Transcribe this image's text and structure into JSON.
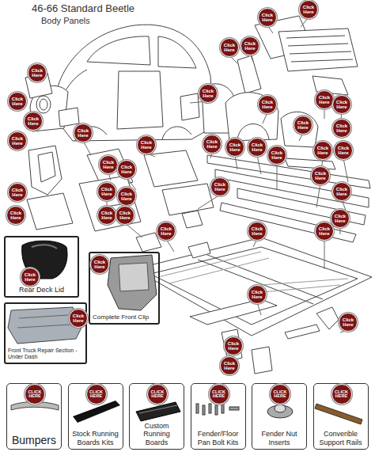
{
  "diagram": {
    "title": "46-66 Standard Beetle",
    "nodes": [
      {
        "text": [
          "Click Here"
        ]
      },
      {
        "text": [
          "Click Here"
        ]
      },
      {
        "text": [
          "Click Here"
        ]
      },
      {
        "text": [
          "Click Here"
        ]
      },
      {
        "text": [
          "Click Here"
        ]
      },
      {
        "text": [
          "Click Here"
        ]
      },
      {
        "text": [
          "Click Here"
        ]
      },
      {
        "text": [
          "Click Here"
        ]
      },
      {
        "text": [
          "Click Here"
        ]
      },
      {
        "text": [
          "Click Here"
        ]
      },
      {
        "text": [
          "Click Here"
        ]
      },
      {
        "text": [
          "Click Here"
        ]
      },
      {
        "text": [
          "Click Here"
        ]
      },
      {
        "text": [
          "Click Here"
        ]
      },
      {
        "text": [
          "Click Here"
        ]
      },
      {
        "text": [
          "Click Here"
        ]
      },
      {
        "text": [
          "Click Here"
        ]
      },
      {
        "text": [
          "Click Here"
        ]
      },
      {
        "text": [
          "Click Here"
        ]
      },
      {
        "text": [
          "Click Here"
        ]
      },
      {
        "text": [
          "Click Here"
        ]
      },
      {
        "text": [
          "Click Here"
        ]
      },
      {
        "text": [
          "Click Here"
        ]
      },
      {
        "text": [
          "Click Here"
        ]
      },
      {
        "text": [
          "Click Here"
        ]
      },
      {
        "text": [
          "Click Here"
        ]
      },
      {
        "text": [
          "Click Here"
        ]
      },
      {
        "text": [
          "Click Here"
        ]
      },
      {
        "text": [
          "Click Here"
        ]
      },
      {
        "text": [
          "Click Here"
        ]
      },
      {
        "text": [
          "Click Here"
        ]
      },
      {
        "text": [
          "Click Here"
        ]
      },
      {
        "text": [
          "Click Here"
        ]
      },
      {
        "text": [
          "Click Here"
        ]
      },
      {
        "text": [
          "Click Here"
        ]
      },
      {
        "text": [
          "Click Here"
        ]
      },
      {
        "text": [
          "Click Here"
        ]
      },
      {
        "text": [
          "Click Here"
        ]
      },
      {
        "text": [
          "Click Here"
        ]
      },
      {
        "text": [
          "Click Here"
        ]
      },
      {
        "text": [
          "Click Here"
        ]
      },
      {
        "text": [
          "Rear Deck Lid"
        ]
      },
      {
        "text": [
          "Click Here"
        ],
        "in": 41
      },
      {
        "text": [
          "Complete Front Clip"
        ]
      },
      {
        "text": [
          "Click Here"
        ],
        "in": 43
      },
      {
        "text": [
          "Front Truck Repair Section - Under Dash"
        ]
      },
      {
        "text": [
          "Click Here"
        ],
        "in": 45
      },
      {
        "text": [
          "Bumpers"
        ]
      },
      {
        "text": [
          "CLICK HERE"
        ],
        "in": 47
      },
      {
        "text": [
          "Stock Running Boards Kits"
        ]
      },
      {
        "text": [
          "CLICK HERE"
        ],
        "in": 49
      },
      {
        "text": [
          "Custom Running Boards"
        ]
      },
      {
        "text": [
          "CLICK HERE"
        ],
        "in": 51
      },
      {
        "text": [
          "Fender/Floor Pan Bolt Kits"
        ]
      },
      {
        "text": [
          "CLICK HERE"
        ],
        "in": 53
      },
      {
        "text": [
          "Fender Nut Inserts"
        ]
      },
      {
        "text": [
          "CLICK HERE"
        ],
        "in": 55
      },
      {
        "text": [
          "Converible Support Rails"
        ]
      },
      {
        "text": [
          "CLICK HERE"
        ],
        "in": 57
      }
    ],
    "labels": [
      "Body Panels"
    ]
  }
}
